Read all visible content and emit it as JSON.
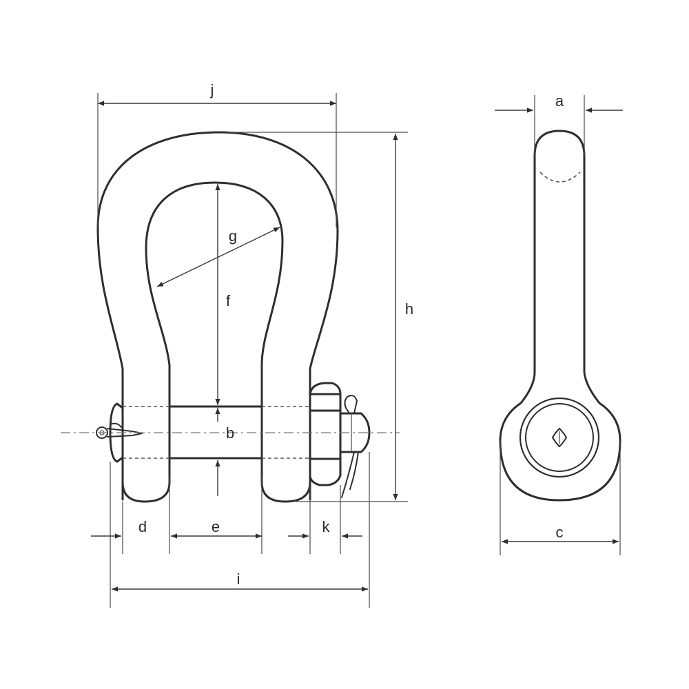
{
  "dimension_labels": {
    "a": "a",
    "b": "b",
    "c": "c",
    "d": "d",
    "e": "e",
    "f": "f",
    "g": "g",
    "h": "h",
    "i": "i",
    "j": "j",
    "k": "k"
  }
}
